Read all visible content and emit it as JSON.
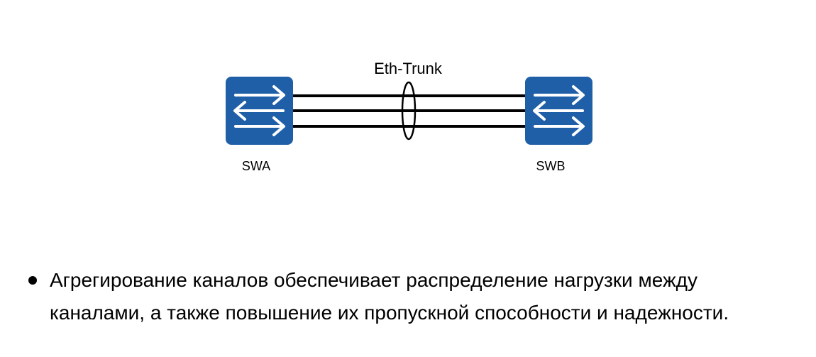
{
  "diagram": {
    "trunk_label": "Eth-Trunk",
    "switch_a_label": "SWA",
    "switch_b_label": "SWB",
    "link_count": 3,
    "switch_color": "#1f5fa8",
    "switch_icon": "switch-icon"
  },
  "bullet": {
    "text": "Агрегирование каналов обеспечивает распределение нагрузки между каналами, а также повышение их пропускной способности и надежности."
  }
}
